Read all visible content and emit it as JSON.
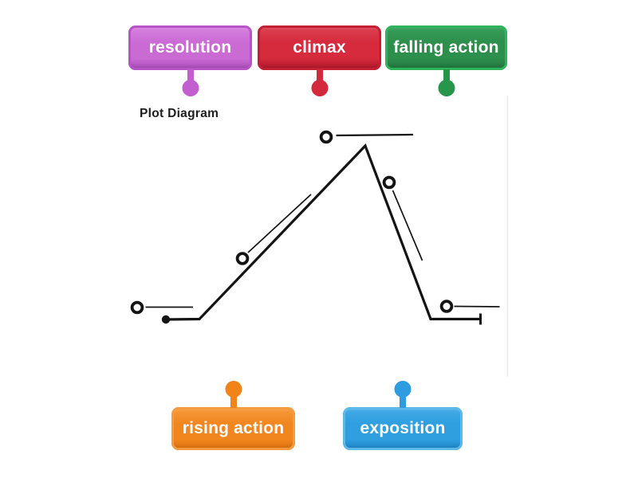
{
  "diagram": {
    "title": "Plot Diagram"
  },
  "chips": {
    "resolution": {
      "label": "resolution",
      "colors": {
        "edge": "#b653c6",
        "light": "#d784e0",
        "main": "#ca6bd4",
        "dark": "#a948b6",
        "pin": "#c25ecf"
      }
    },
    "climax": {
      "label": "climax",
      "colors": {
        "edge": "#c51f33",
        "light": "#dd4355",
        "main": "#d52b3d",
        "dark": "#aa1527",
        "pin": "#d22a3c"
      }
    },
    "falling_action": {
      "label": "falling action",
      "colors": {
        "edge": "#2eb55b",
        "light": "#379f5b",
        "main": "#2d8f4c",
        "dark": "#20713c",
        "pin": "#27964b"
      }
    },
    "rising_action": {
      "label": "rising action",
      "colors": {
        "edge": "#f59b3f",
        "light": "#f79b3d",
        "main": "#f1861f",
        "dark": "#de700b",
        "pin": "#f08418"
      }
    },
    "exposition": {
      "label": "exposition",
      "colors": {
        "edge": "#5cb9ea",
        "light": "#45abe6",
        "main": "#2f9fe0",
        "dark": "#1e84c8",
        "pin": "#2d9ce0"
      }
    }
  },
  "drawing": {
    "ink": "#141414",
    "faint_line": "#ececec",
    "hotspot_fill": "#ffffff"
  }
}
